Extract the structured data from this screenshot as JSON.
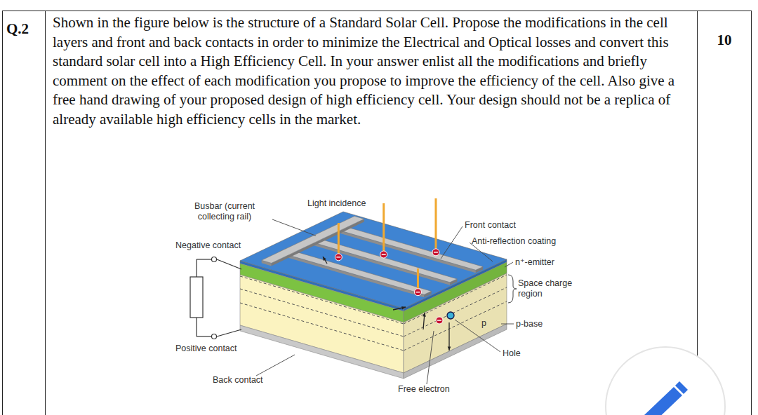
{
  "diagram": {
    "nodes": [
      {
        "text": [
          "Q.2"
        ]
      },
      {
        "text": [
          "Shown in the figure below is the structure of a Standard Solar Cell. Propose the modifications in the cell layers and front and back contacts in order to minimize the Electrical and Optical losses and convert this standard solar cell into a High Efficiency Cell. In your answer enlist all the modifications and briefly comment on the effect of each modification you propose to improve the efficiency of the cell. Also give a free hand drawing of your proposed design of high efficiency cell. Your design should not be a replica of already available high efficiency cells in the market."
        ]
      },
      {
        "text": [
          "10"
        ]
      }
    ],
    "labels": [
      "Busbar (current collecting rail)",
      "Light incidence",
      "Front contact",
      "Anti-reflection coating",
      "Negative contact",
      "n⁺-emitter",
      "Space charge region",
      "p",
      "p-base",
      "Positive contact",
      "Hole",
      "Back contact",
      "Free electron"
    ]
  }
}
